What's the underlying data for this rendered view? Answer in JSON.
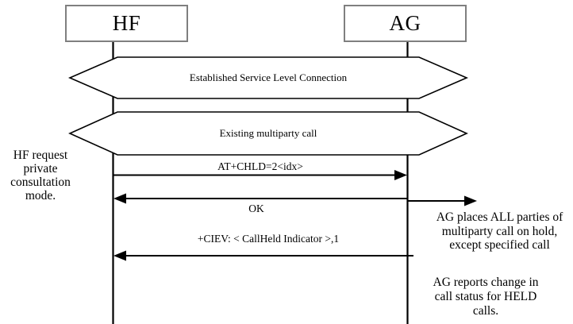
{
  "diagram": {
    "type": "sequence-diagram",
    "actors": {
      "hf": "HF",
      "ag": "AG"
    },
    "conditions": {
      "slc": "Established Service Level Connection",
      "multiparty": "Existing multiparty call"
    },
    "messages": {
      "chld": "AT+CHLD=2<idx>",
      "ok": "OK",
      "ciev": "+CIEV: < CallHeld Indicator >,1"
    },
    "notes": {
      "left": [
        "HF request",
        "private",
        "consultation",
        "mode."
      ],
      "right_hold": [
        "AG places ALL parties of",
        "multiparty call on hold,",
        "except specified call"
      ],
      "right_report": [
        "AG reports change in",
        "call status for HELD",
        "calls."
      ]
    },
    "colors": {
      "background": "#ffffff",
      "line": "#000000",
      "actor_box_border": "#7f7f7f",
      "text": "#000000"
    }
  }
}
